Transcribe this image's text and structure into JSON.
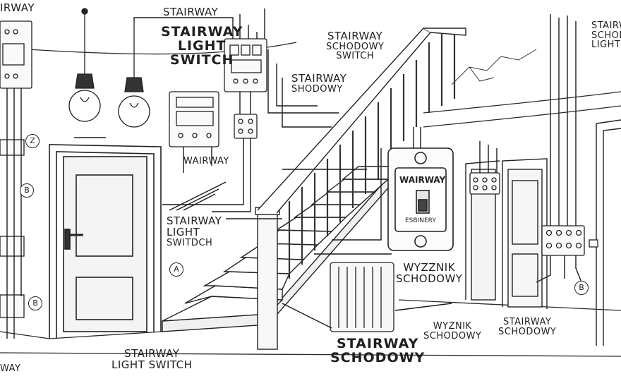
{
  "labels": {
    "top_center": "STAIRWAY",
    "main_title_line1": "STAIRWAY",
    "main_title_line2": "LIGHT",
    "main_title_line3": "SWITCH",
    "right_top_line1": "STAIRWAY",
    "right_top_line2": "SCHODOWY",
    "right_top_line3": "SWITCH",
    "mid_line1": "STAIRWAY",
    "mid_line2": "SHODOWY",
    "mid_left": "WAIRWAY",
    "left_mid_line1": "STAIRWAY",
    "left_mid_line2": "LIGHT",
    "left_mid_line3": "SWITDCH",
    "switch_plate_top": "WAIRWAY",
    "switch_plate_bottom": "ESBINERY",
    "center_right_line1": "WYZZNIK",
    "center_right_line2": "SCHODOWY",
    "bottom_left_line1": "STAIRWAY",
    "bottom_left_line2": "LIGHT SWITCH",
    "bottom_center_line1": "STAIRWAY",
    "bottom_center_line2": "SCHODOWY",
    "bottom_right_a_line1": "WYZNIK",
    "bottom_right_a_line2": "SCHODOWY",
    "bottom_right_b_line1": "STAIRWAY",
    "bottom_right_b_line2": "SCHODOWY",
    "far_right_line1": "STAIRW",
    "far_right_line2": "SCHOD",
    "far_right_line3": "LIGHT S",
    "bottom_edge_left": "WAY",
    "top_edge_left": "IRWAY"
  },
  "markers": {
    "z": "Z",
    "b_left": "B",
    "b_low": "B",
    "a": "A",
    "b_right": "B"
  },
  "colors": {
    "ink": "#1d1d1d",
    "paper": "#ffffff",
    "shade": "#e9e9e9"
  }
}
